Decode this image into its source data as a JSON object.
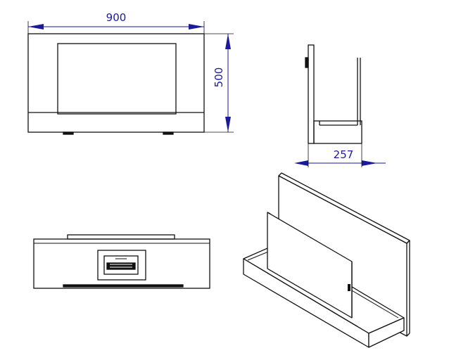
{
  "dimensions": {
    "width": "900",
    "height": "500",
    "depth": "257"
  },
  "colors": {
    "line": "#111111",
    "dimension": "#1a1a9a",
    "background": "#ffffff"
  }
}
